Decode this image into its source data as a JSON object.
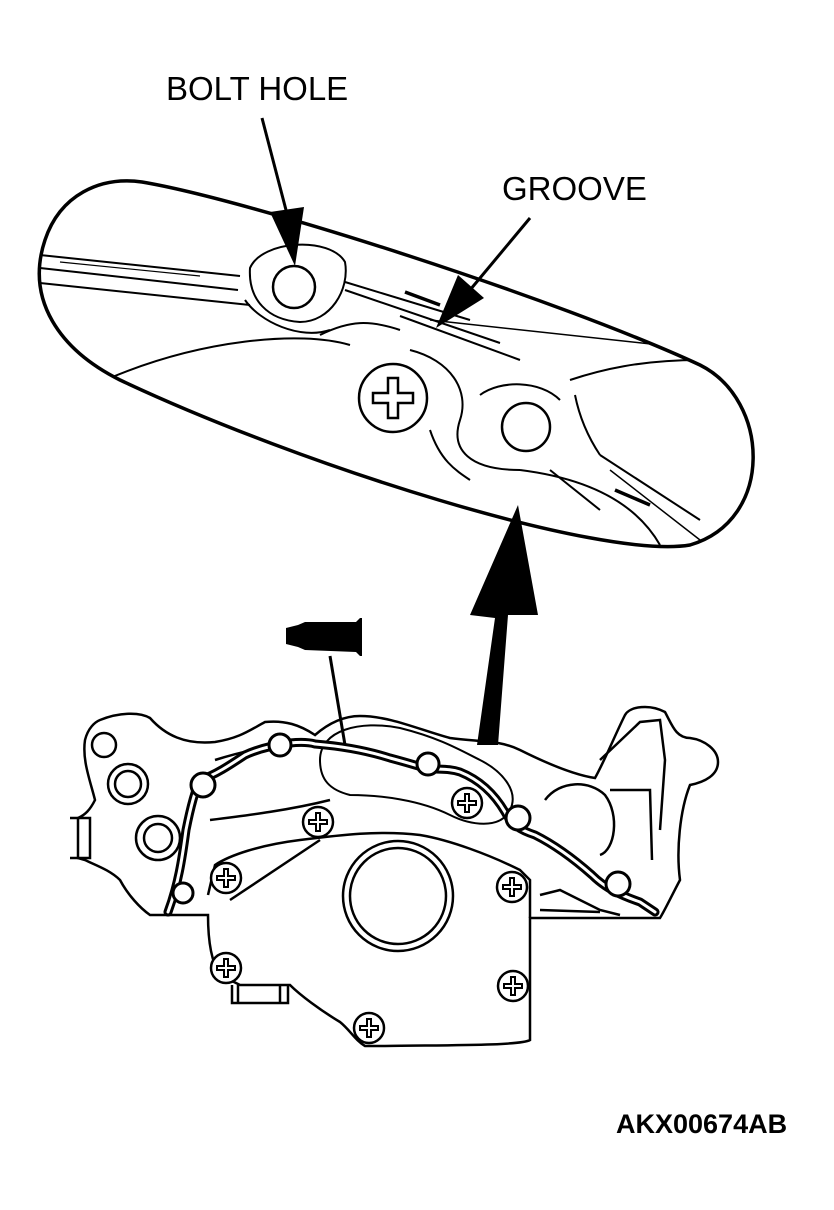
{
  "labels": {
    "bolt_hole": "BOLT HOLE",
    "groove": "GROOVE",
    "figure_code": "AKX00674AB"
  },
  "colors": {
    "ink": "#000000",
    "paper": "#ffffff"
  },
  "icons": {
    "sealant_tube": "sealant-tube-icon",
    "phillips_screw": "phillips-screw-icon"
  }
}
